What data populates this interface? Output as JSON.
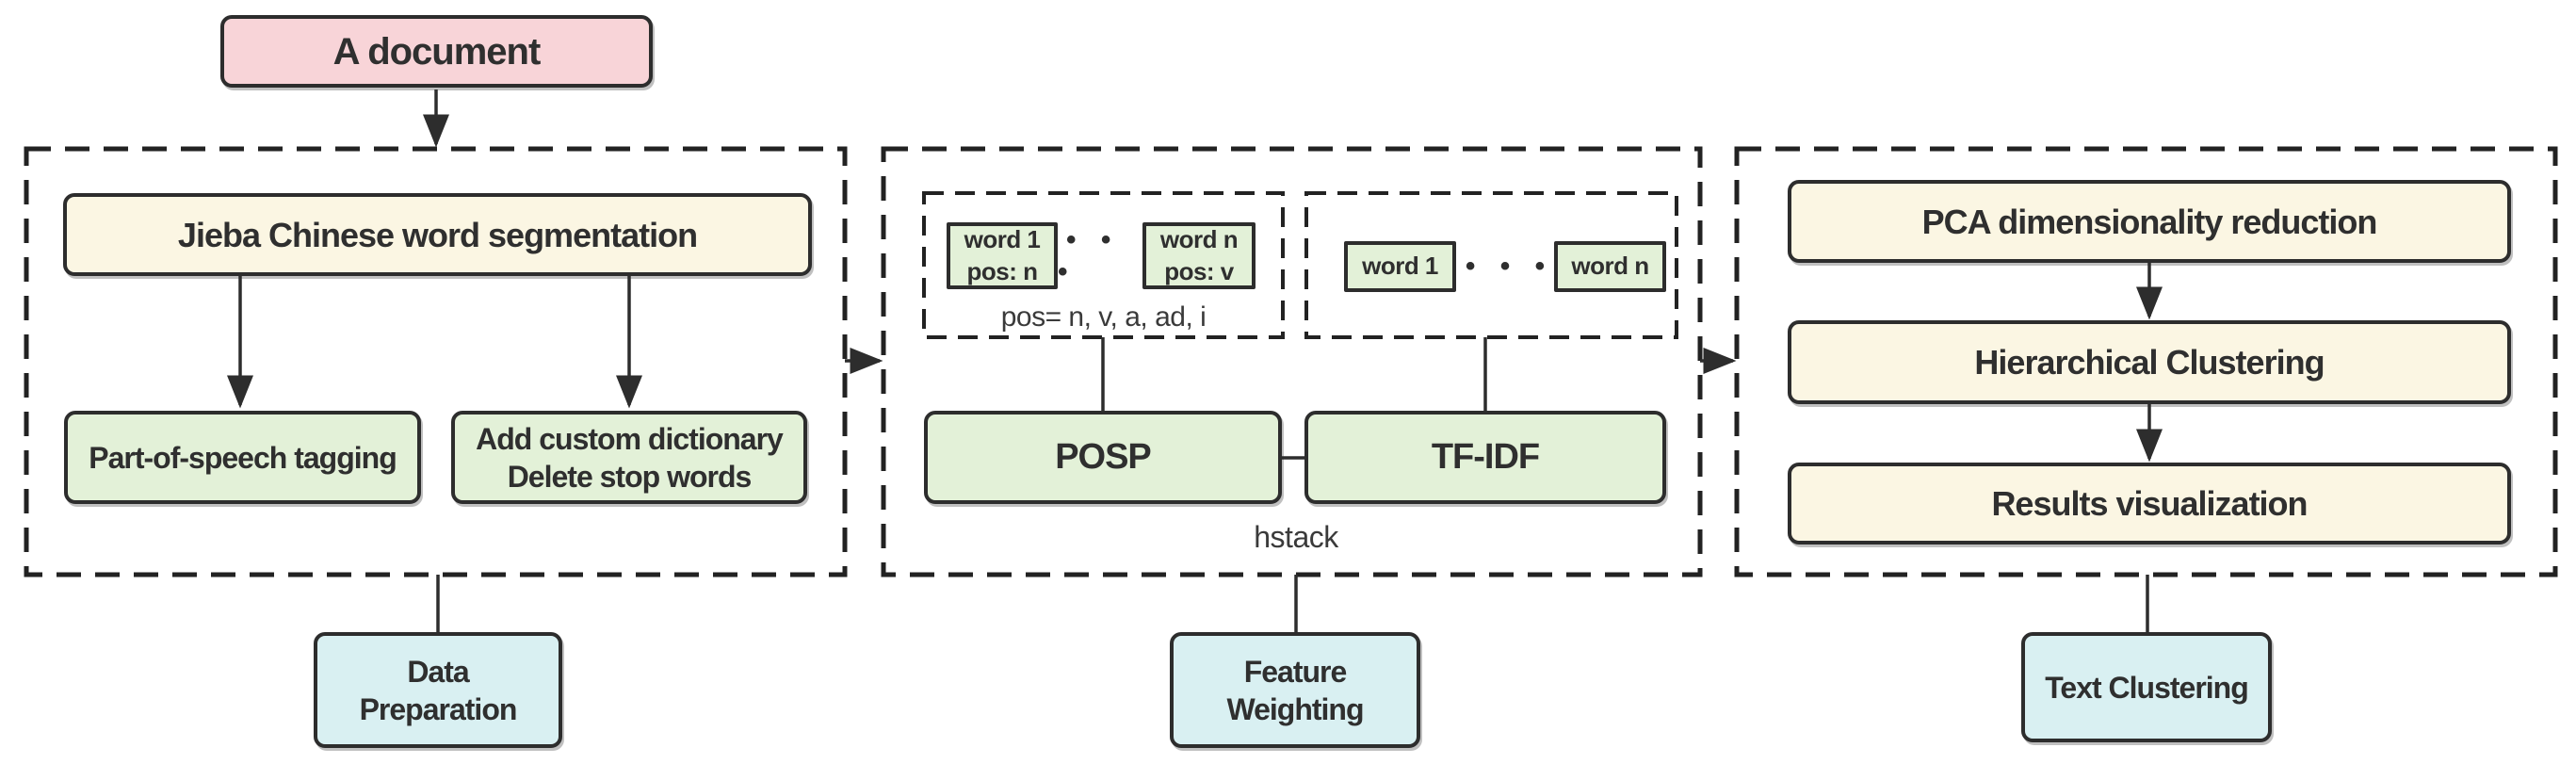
{
  "colors": {
    "background": "#ffffff",
    "pink": "#f8d4d8",
    "cream": "#fbf6e3",
    "green": "#e3f1d8",
    "cyan": "#d9f0f2",
    "stroke": "#2d2d2d",
    "dash": "#222222",
    "text": "#2f2f2f"
  },
  "document_box": {
    "label": "A document"
  },
  "data_preparation": {
    "jieba_label": "Jieba Chinese word segmentation",
    "pos_tagging_label": "Part-of-speech tagging",
    "custom_dict_label": "Add custom dictionary\nDelete stop words",
    "section_label": "Data\nPreparation"
  },
  "feature_weighting": {
    "word1_pos_label": "word 1\npos:  n",
    "wordn_pos_label": "word n\npos:  v",
    "ellipsis": "• • •",
    "pos_values_label": "pos= n, v, a, ad, i",
    "word1_label": "word 1",
    "wordn_label": "word n",
    "posp_label": "POSP",
    "tfidf_label": "TF-IDF",
    "hstack_label": "hstack",
    "section_label": "Feature\nWeighting"
  },
  "text_clustering": {
    "pca_label": "PCA dimensionality reduction",
    "hierarchical_label": "Hierarchical Clustering",
    "results_label": "Results visualization",
    "section_label": "Text Clustering"
  }
}
